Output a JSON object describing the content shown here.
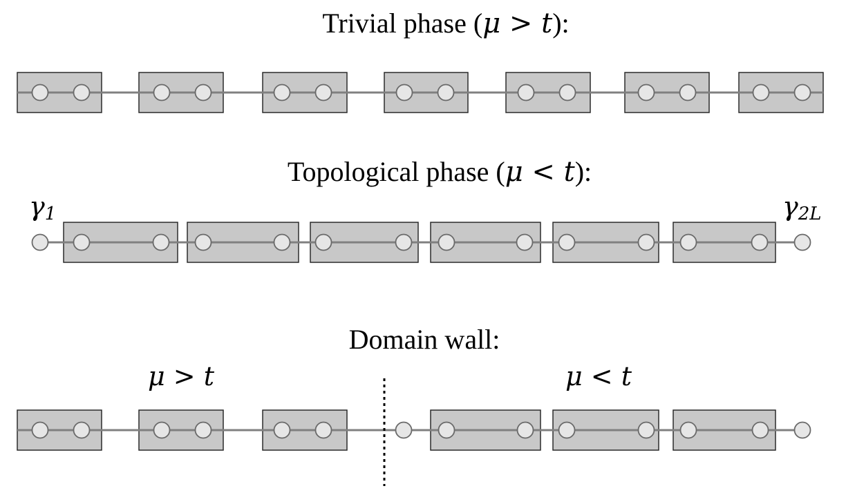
{
  "colors": {
    "box_fill": "#c8c8c8",
    "box_stroke": "#2a2a2a",
    "line": "#808080",
    "site_fill": "#e6e6e6",
    "site_stroke": "#6a6a6a",
    "divider": "#000000"
  },
  "panels": {
    "trivial": {
      "title_prefix": "Trivial phase (",
      "title_math": "μ > t",
      "title_suffix": "):"
    },
    "topological": {
      "title_prefix": "Topological phase (",
      "title_math": "μ < t",
      "title_suffix": "):",
      "left_edge_symbol": "γ",
      "left_edge_sub": "1",
      "right_edge_symbol": "γ",
      "right_edge_sub": "2L"
    },
    "domain_wall": {
      "title": "Domain wall:",
      "left_region_label": "μ > t",
      "right_region_label": "μ < t"
    }
  }
}
